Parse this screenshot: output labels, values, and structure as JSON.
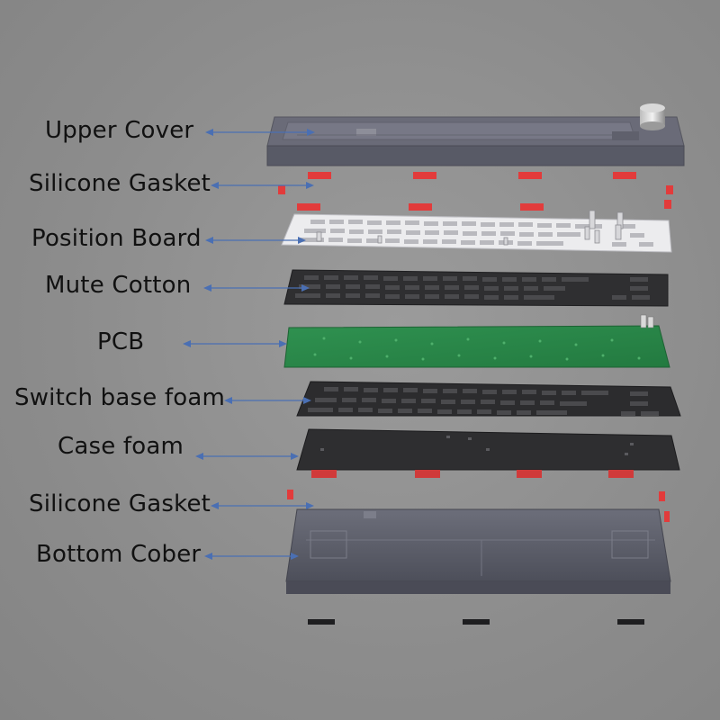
{
  "labels": {
    "upper_cover": "Upper Cover",
    "silicone_gasket_top": "Silicone Gasket",
    "position_board": "Position Board",
    "mute_cotton": "Mute Cotton",
    "pcb": "PCB",
    "switch_base_foam": "Switch base foam",
    "case_foam": "Case foam",
    "silicone_gasket_bottom": "Silicone Gasket",
    "bottom_cober": "Bottom Cober"
  },
  "colors": {
    "arrow": "#4a6fb3",
    "gasket": "#e23b3b",
    "pcb": "#2f8a4a",
    "plate_white": "#e9e9ea",
    "dark_layer": "#3a3a3a",
    "case": "#5d5f6b"
  }
}
